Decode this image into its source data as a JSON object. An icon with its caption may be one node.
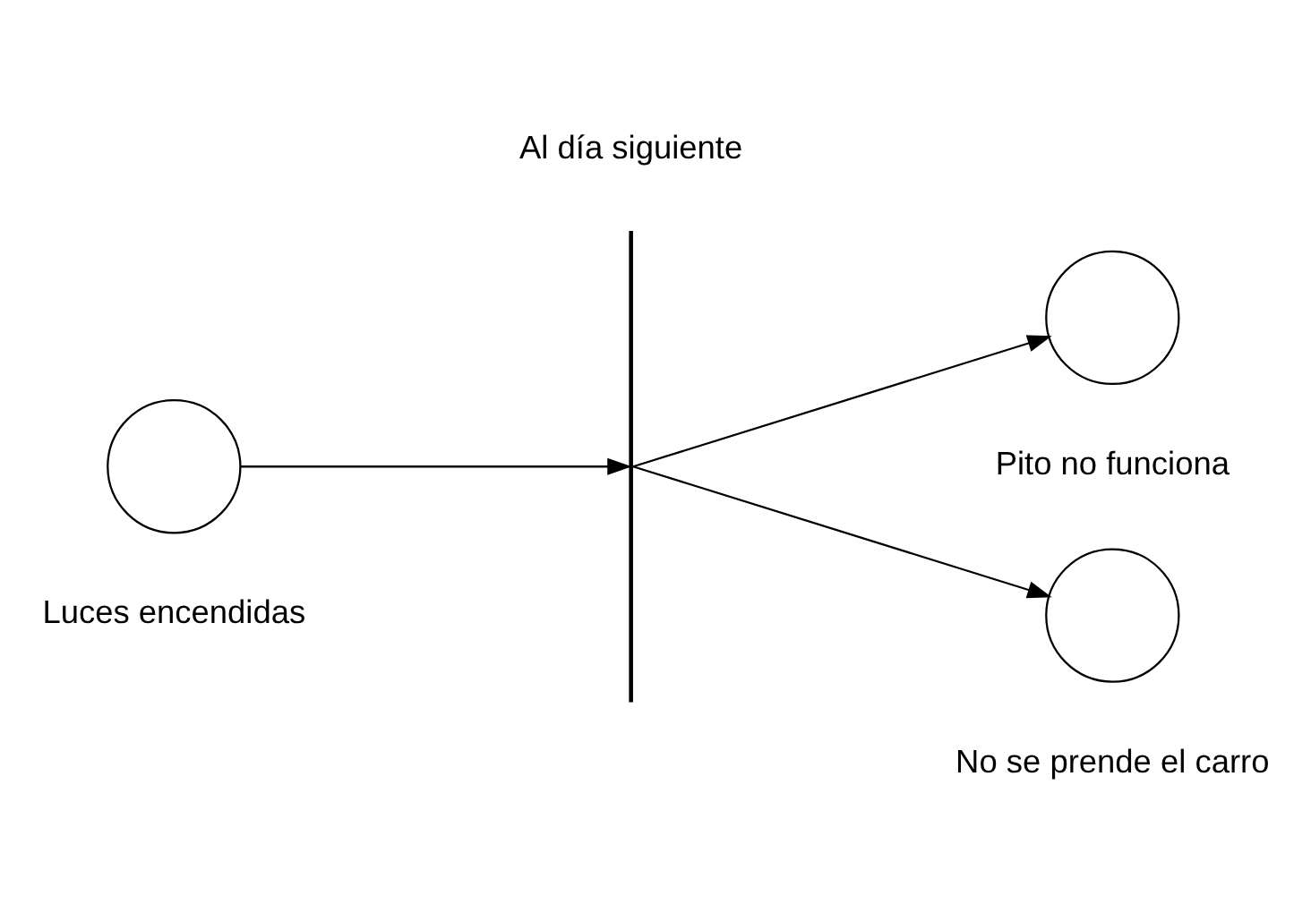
{
  "diagram": {
    "nodes": [
      {
        "text": [],
        "shape": "circle",
        "beside": [
          "Luces encendidas"
        ]
      },
      {
        "text": [],
        "shape": "bar",
        "beside": [
          "Al día siguiente"
        ]
      },
      {
        "text": [],
        "shape": "circle",
        "beside": [
          "Pito no funciona"
        ]
      },
      {
        "text": [],
        "shape": "circle",
        "beside": [
          "No se prende el carro"
        ]
      }
    ],
    "edges": [
      {
        "from": 0,
        "to": 1,
        "arrow": "to"
      },
      {
        "from": 1,
        "to": 2,
        "arrow": "to"
      },
      {
        "from": 1,
        "to": 3,
        "arrow": "to"
      }
    ]
  }
}
